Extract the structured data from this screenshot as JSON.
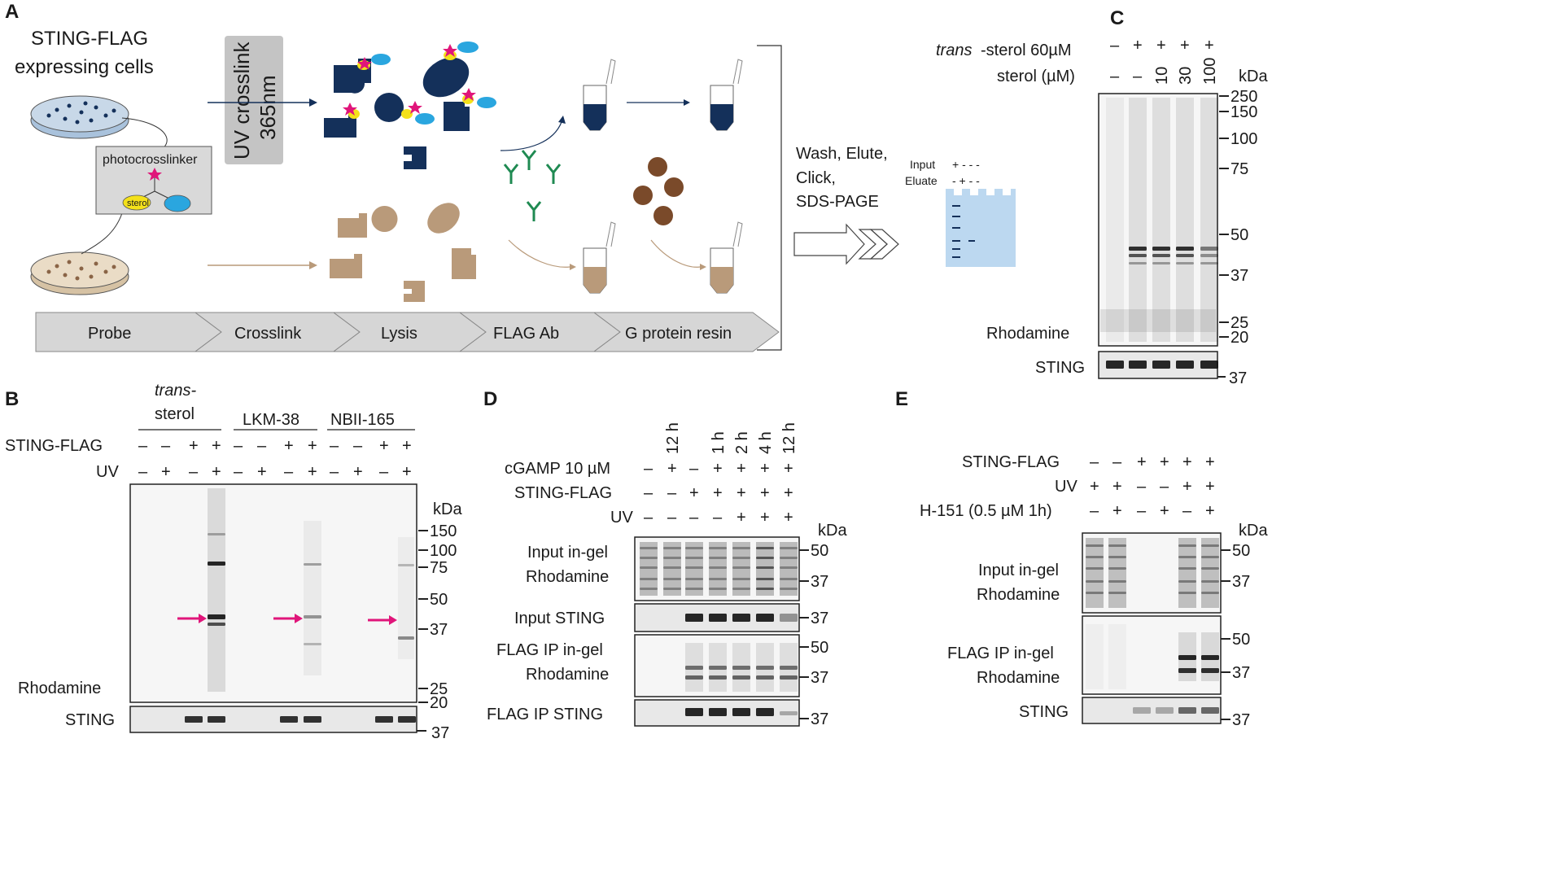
{
  "panels": {
    "A": "A",
    "B": "B",
    "C": "C",
    "D": "D",
    "E": "E"
  },
  "panelA": {
    "cells_line1": "STING-FLAG",
    "cells_line2": "expressing cells",
    "uv_line1": "UV crosslink",
    "uv_line2": "365nm",
    "photocrosslinker": "photocrosslinker",
    "sterol": "sterol",
    "steps": [
      "Probe",
      "Crosslink",
      "Lysis",
      "FLAG Ab",
      "G protein resin"
    ],
    "wash": [
      "Wash, Elute,",
      "Click,",
      "SDS-PAGE"
    ],
    "mini_gel": {
      "input_label": "Input",
      "input_signs": "+  -  -  -",
      "eluate_label": "Eluate",
      "eluate_signs": "-  +  -  -"
    }
  },
  "panelB": {
    "groups": [
      {
        "line1": "trans-",
        "line2": "sterol"
      },
      {
        "line1": "LKM-38",
        "line2": ""
      },
      {
        "line1": "NBII-165",
        "line2": ""
      }
    ],
    "row1_label": "STING-FLAG",
    "row2_label": "UV",
    "row1_signs": [
      "–",
      "–",
      "+",
      "+",
      "–",
      "–",
      "+",
      "+",
      "–",
      "–",
      "+",
      "+"
    ],
    "row2_signs": [
      "–",
      "+",
      "–",
      "+",
      "–",
      "+",
      "–",
      "+",
      "–",
      "+",
      "–",
      "+"
    ],
    "kda_label": "kDa",
    "markers": [
      "150",
      "100",
      "75",
      "50",
      "37",
      "25",
      "20"
    ],
    "sting_marker": "37",
    "rhodamine_label": "Rhodamine",
    "sting_label": "STING",
    "arrow_color": "#e0157a"
  },
  "panelC": {
    "row1_label_italic": "trans",
    "row1_label_rest": "-sterol 60µM",
    "row2_label": "sterol (µM)",
    "row1_signs": [
      "–",
      "+",
      "+",
      "+",
      "+"
    ],
    "row2_values": [
      "–",
      "–",
      "10",
      "30",
      "100"
    ],
    "kda_label": "kDa",
    "markers": [
      "250",
      "150",
      "100",
      "75",
      "50",
      "37",
      "25",
      "20"
    ],
    "sting_marker": "37",
    "rhodamine_label": "Rhodamine",
    "sting_label": "STING"
  },
  "panelD": {
    "times": [
      "12 h",
      "1 h",
      "2 h",
      "4 h",
      "12 h"
    ],
    "rows": [
      {
        "label": "cGAMP 10 µM",
        "signs": [
          "–",
          "+",
          "–",
          "+",
          "+",
          "+",
          "+"
        ]
      },
      {
        "label": "STING-FLAG",
        "signs": [
          "–",
          "–",
          "+",
          "+",
          "+",
          "+",
          "+"
        ]
      },
      {
        "label": "UV",
        "signs": [
          "–",
          "–",
          "–",
          "–",
          "+",
          "+",
          "+"
        ]
      }
    ],
    "kda_label": "kDa",
    "blots": [
      {
        "line1": "Input in-gel",
        "line2": "Rhodamine",
        "markers": [
          "50",
          "37"
        ]
      },
      {
        "line1": "Input STING",
        "line2": "",
        "markers": [
          "37"
        ]
      },
      {
        "line1": "FLAG IP in-gel",
        "line2": "Rhodamine",
        "markers": [
          "50",
          "37"
        ]
      },
      {
        "line1": "FLAG IP STING",
        "line2": "",
        "markers": [
          "37"
        ]
      }
    ]
  },
  "panelE": {
    "rows": [
      {
        "label": "STING-FLAG",
        "signs": [
          "–",
          "–",
          "+",
          "+",
          "+",
          "+"
        ]
      },
      {
        "label": "UV",
        "signs": [
          "+",
          "+",
          "–",
          "–",
          "+",
          "+"
        ]
      },
      {
        "label": "H-151 (0.5 µM 1h)",
        "signs": [
          "–",
          "+",
          "–",
          "+",
          "–",
          "+"
        ]
      }
    ],
    "kda_label": "kDa",
    "blots": [
      {
        "line1": "Input in-gel",
        "line2": "Rhodamine",
        "markers": [
          "50",
          "37"
        ]
      },
      {
        "line1": "FLAG IP in-gel",
        "line2": "Rhodamine",
        "markers": [
          "50",
          "37"
        ]
      },
      {
        "line1": "STING",
        "line2": "",
        "markers": [
          "37"
        ]
      }
    ]
  },
  "colors": {
    "navy": "#14305a",
    "tan": "#b99a7a",
    "pink": "#e0157a",
    "yellow": "#f4e11a",
    "cyan": "#2aa6df",
    "green": "#1f8a52",
    "brown": "#7a4a2a",
    "gel_blue": "#bcd8f0"
  }
}
